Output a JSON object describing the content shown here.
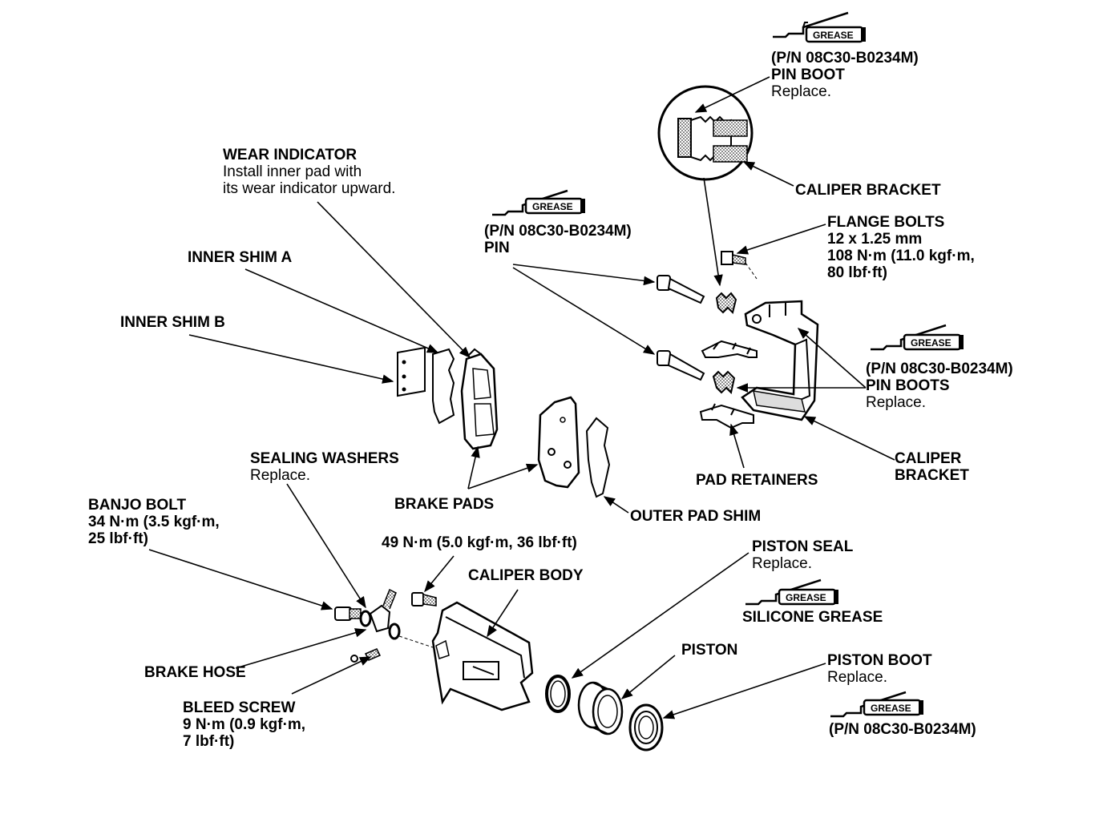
{
  "grease_tag": "GREASE",
  "labels": {
    "grease_pin_boot": {
      "pn": "(P/N 08C30-B0234M)",
      "title": "PIN BOOT",
      "note": "Replace."
    },
    "caliper_bracket_top": {
      "title": "CALIPER BRACKET"
    },
    "flange_bolts": {
      "title": "FLANGE BOLTS",
      "line1": "12 x 1.25 mm",
      "line2": "108 N·m (11.0 kgf·m,",
      "line3": "80 lbf·ft)"
    },
    "wear_indicator": {
      "title": "WEAR INDICATOR",
      "line1": "Install inner pad with",
      "line2": "its wear indicator upward."
    },
    "pin": {
      "pn": "(P/N 08C30-B0234M)",
      "title": "PIN"
    },
    "inner_shim_a": {
      "title": "INNER SHIM A"
    },
    "inner_shim_b": {
      "title": "INNER SHIM B"
    },
    "pin_boots": {
      "pn": "(P/N 08C30-B0234M)",
      "title": "PIN BOOTS",
      "note": "Replace."
    },
    "pad_retainers": {
      "title": "PAD RETAINERS"
    },
    "caliper_bracket_bottom": {
      "line1": "CALIPER",
      "line2": "BRACKET"
    },
    "sealing_washers": {
      "title": "SEALING WASHERS",
      "note": "Replace."
    },
    "brake_pads": {
      "title": "BRAKE PADS"
    },
    "outer_pad_shim": {
      "title": "OUTER PAD SHIM"
    },
    "banjo_bolt": {
      "title": "BANJO BOLT",
      "line1": "34 N·m (3.5 kgf·m,",
      "line2": "25 lbf·ft)"
    },
    "torque_49": {
      "title": "49 N·m (5.0 kgf·m, 36 lbf·ft)"
    },
    "caliper_body": {
      "title": "CALIPER BODY"
    },
    "piston_seal": {
      "title": "PISTON SEAL",
      "note": "Replace."
    },
    "silicone_grease": {
      "title": "SILICONE GREASE"
    },
    "brake_hose": {
      "title": "BRAKE HOSE"
    },
    "piston": {
      "title": "PISTON"
    },
    "piston_boot": {
      "title": "PISTON BOOT",
      "note": "Replace.",
      "pn": "(P/N 08C30-B0234M)"
    },
    "bleed_screw": {
      "title": "BLEED SCREW",
      "line1": "9 N·m (0.9 kgf·m,",
      "line2": "7 lbf·ft)"
    }
  }
}
